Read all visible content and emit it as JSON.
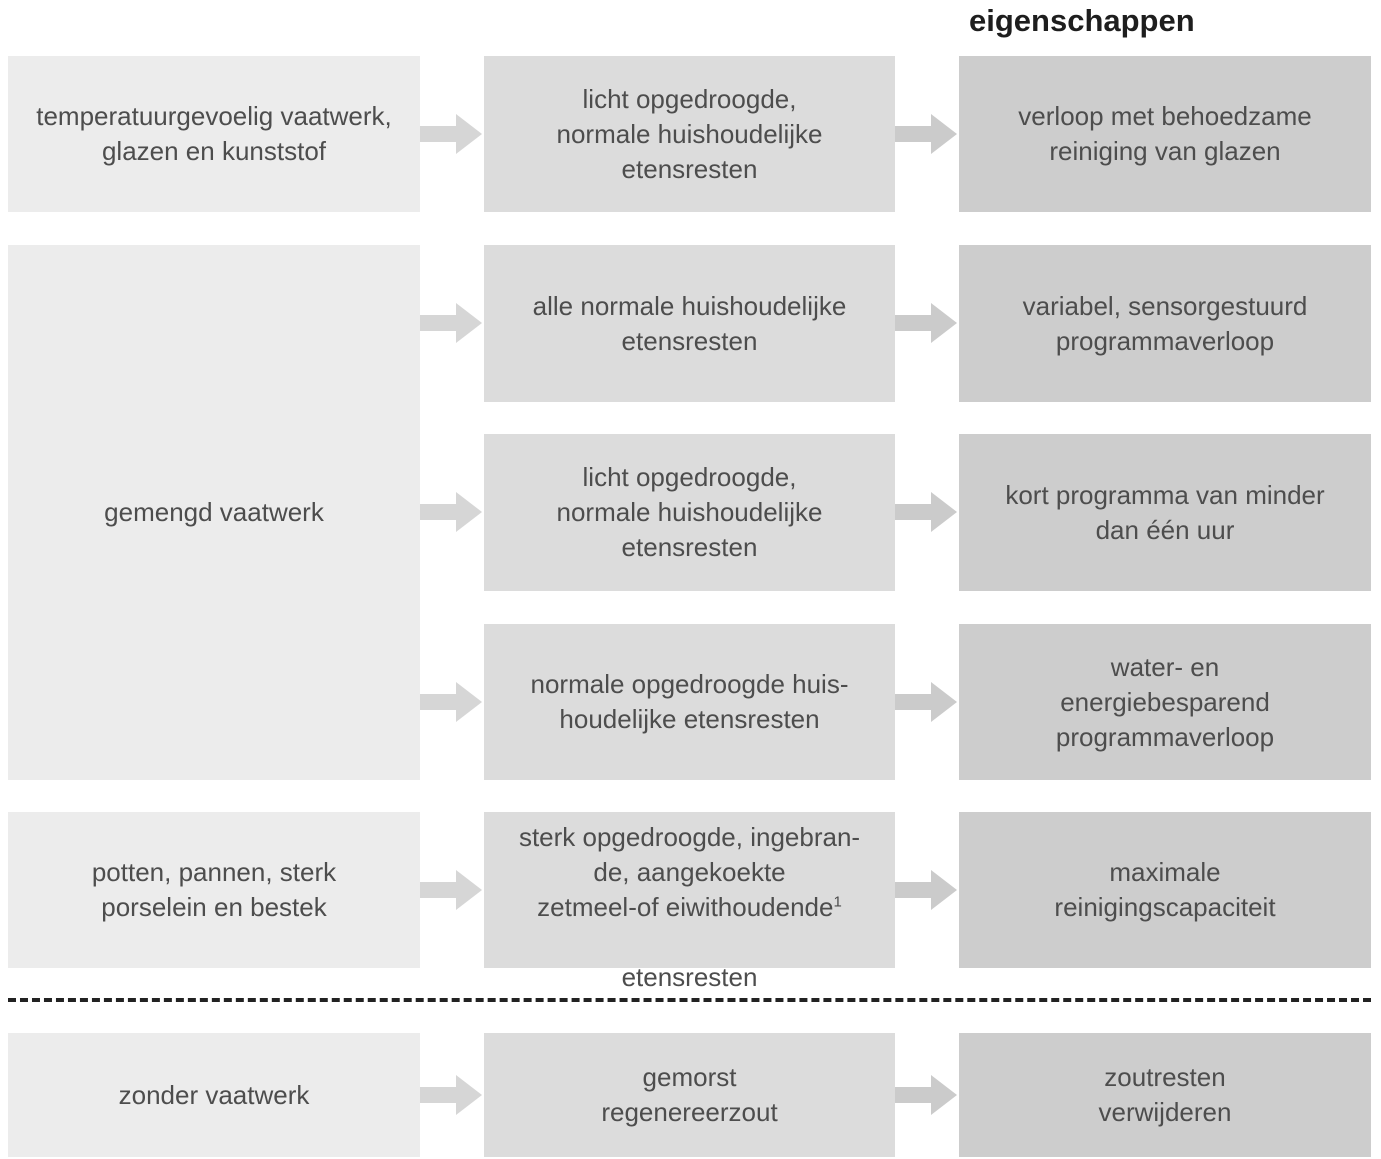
{
  "heading": "eigenschappen",
  "rows": [
    {
      "category": "temperatuurgevoelig vaatwerk,\nglazen en kunststof",
      "soiling": "licht opgedroogde,\nnormale huishoudelijke\netensresten",
      "property": "verloop met behoedzame\nreiniging van glazen"
    },
    {
      "category": "gemengd vaatwerk",
      "subrows": [
        {
          "soiling": "alle normale huishoudelijke\netensresten",
          "property": "variabel, sensorgestuurd\nprogrammaverloop"
        },
        {
          "soiling": "licht opgedroogde,\nnormale huishoudelijke\netensresten",
          "property": "kort programma van minder\ndan één uur"
        },
        {
          "soiling": "normale opgedroogde huis-\nhoudelijke etensresten",
          "property": "water- en\nenergiebesparend\nprogrammaverloop"
        }
      ]
    },
    {
      "category": "potten, pannen, sterk\nporselein en bestek",
      "soiling": "sterk opgedroogde, ingebran-\nde, aangekoekte\nzetmeel-of eiwithoudende",
      "footnote_mark": "1",
      "soiling_tail": "etensresten",
      "property": "maximale\nreinigingscapaciteit"
    },
    {
      "category": "zonder vaatwerk",
      "soiling": "gemorst\nregenereerzout",
      "property": "zoutresten\nverwijderen"
    }
  ],
  "colors": {
    "column1": "#ececec",
    "column2": "#dcdcdc",
    "column3": "#cdcdcd",
    "arrow": "#d6d6d6",
    "divider": "#222222"
  },
  "icons": {
    "arrow": "right-arrow-icon"
  }
}
